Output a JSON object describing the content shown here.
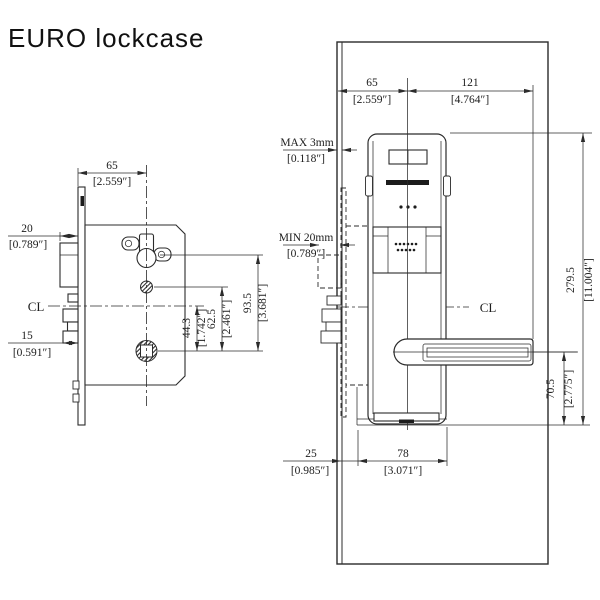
{
  "title": "EURO lockcase",
  "line_color": "#2b2b2b",
  "side_view": {
    "cl_label": "CL",
    "dim_backset_mm": "65",
    "dim_backset_in": "[2.559″]",
    "dim_latch_mm": "20",
    "dim_latch_in": "[0.789″]",
    "dim_deadbolt_mm": "15",
    "dim_deadbolt_in": "[0.591″]",
    "dim_cl_to_hub_mm": "44.3",
    "dim_cl_to_hub_in": "[1.742″]",
    "dim_hub_span_mm": "62.5",
    "dim_hub_span_in": "[2.461″]",
    "dim_total_mm": "93.5",
    "dim_total_in": "[3.681″]"
  },
  "front_view": {
    "cl_label": "CL",
    "dim_backset_mm": "65",
    "dim_backset_in": "[2.559″]",
    "dim_handle_mm": "121",
    "dim_handle_in": "[4.764″]",
    "dim_max_gap_mm": "MAX 3mm",
    "dim_max_gap_in": "[0.118″]",
    "dim_min_edge_mm": "MIN 20mm",
    "dim_min_edge_in": "[0.789″]",
    "dim_height_mm": "279.5",
    "dim_height_in": "[11.004″]",
    "dim_handle_bottom_mm": "70.5",
    "dim_handle_bottom_in": "[2.775″]",
    "dim_edge_offset_mm": "25",
    "dim_edge_offset_in": "[0.985″]",
    "dim_body_width_mm": "78",
    "dim_body_width_in": "[3.071″]"
  }
}
